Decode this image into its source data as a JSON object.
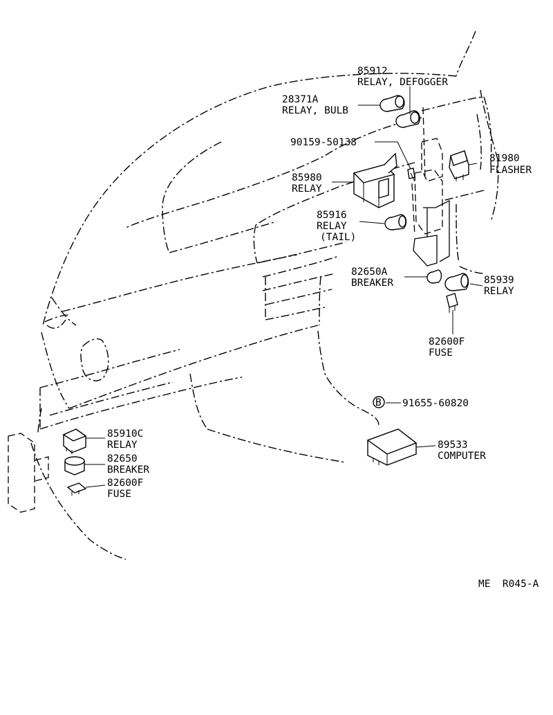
{
  "parts": {
    "relay_defogger": {
      "number": "85912",
      "name": "RELAY, DEFOGGER"
    },
    "relay_bulb": {
      "number": "28371A",
      "name": "RELAY, BULB"
    },
    "bolt": {
      "number": "90159-50138"
    },
    "flasher": {
      "number": "81980",
      "name": "FLASHER"
    },
    "relay_85980": {
      "number": "85980",
      "name": "RELAY"
    },
    "relay_tail": {
      "number": "85916",
      "name": "RELAY",
      "note": "(TAIL)"
    },
    "breaker_82650a": {
      "number": "82650A",
      "name": "BREAKER"
    },
    "relay_85939": {
      "number": "85939",
      "name": "RELAY"
    },
    "fuse_82600f_upper": {
      "number": "82600F",
      "name": "FUSE"
    },
    "bolt_b": {
      "marker": "B",
      "number": "91655-60820"
    },
    "computer": {
      "number": "89533",
      "name": "COMPUTER"
    },
    "relay_85910c": {
      "number": "85910C",
      "name": "RELAY"
    },
    "breaker_82650": {
      "number": "82650",
      "name": "BREAKER"
    },
    "fuse_82600f_lower": {
      "number": "82600F",
      "name": "FUSE"
    }
  },
  "footer": {
    "code": "ME  R045-A"
  }
}
